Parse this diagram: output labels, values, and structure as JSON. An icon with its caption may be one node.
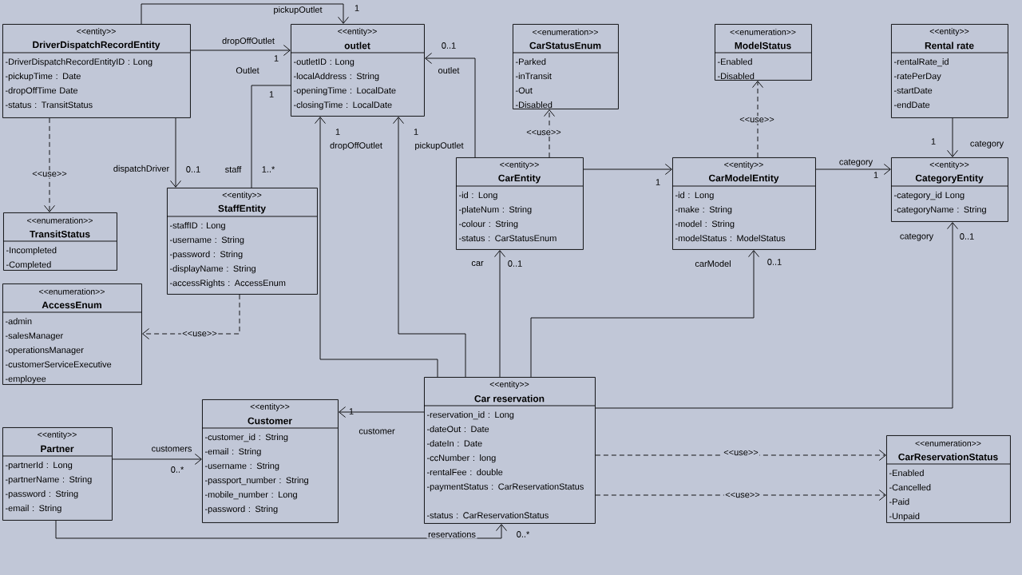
{
  "diagram": {
    "nodes": [
      {
        "text": [
          "<<entity>>",
          "DriverDispatchRecordEntity",
          "-DriverDispatchRecordEntityID : Long",
          "-pickupTime : Date",
          "-dropOffTime Date",
          "-status : TransitStatus"
        ]
      },
      {
        "text": [
          "<<entity>>",
          "outlet",
          "-outletID : Long",
          "-localAddress : String",
          "-openingTime : LocalDate",
          "-closingTime : LocalDate"
        ]
      },
      {
        "text": [
          "<<enumeration>>",
          "CarStatusEnum",
          "-Parked",
          "-inTransit",
          "-Out",
          "-Disabled"
        ]
      },
      {
        "text": [
          "<<enumeration>>",
          "ModelStatus",
          "-Enabled",
          "-Disabled"
        ]
      },
      {
        "text": [
          "<<entity>>",
          "Rental rate",
          "-rentalRate_id",
          "-ratePerDay",
          "-startDate",
          "-endDate"
        ]
      },
      {
        "text": [
          "<<enumeration>>",
          "TransitStatus",
          "-Incompleted",
          "-Completed"
        ]
      },
      {
        "text": [
          "<<entity>>",
          "StaffEntity",
          "-staffID : Long",
          "-username : String",
          "-password : String",
          "-displayName : String",
          "-accessRights : AccessEnum"
        ]
      },
      {
        "text": [
          "<<entity>>",
          "CarEntity",
          "-id : Long",
          "-plateNum : String",
          "-colour : String",
          "-status : CarStatusEnum"
        ]
      },
      {
        "text": [
          "<<entity>>",
          "CarModelEntity",
          "-id : Long",
          "-make : String",
          "-model : String",
          "-modelStatus : ModelStatus"
        ]
      },
      {
        "text": [
          "<<entity>>",
          "CategoryEntity",
          "-category_id Long",
          "-categoryName : String"
        ]
      },
      {
        "text": [
          "<<enumeration>>",
          "AccessEnum",
          "-admin",
          "-salesManager",
          "-operationsManager",
          "-customerServiceExecutive",
          "-employee"
        ]
      },
      {
        "text": [
          "<<entity>>",
          "Car reservation",
          "-reservation_id : Long",
          "-dateOut : Date",
          "-dateIn : Date",
          "-ccNumber : long",
          "-rentalFee : double",
          "-paymentStatus : CarReservationStatus",
          "-status : CarReservationStatus"
        ]
      },
      {
        "text": [
          "<<entity>>",
          "Customer",
          "-customer_id : String",
          "-email : String",
          "-username : String",
          "-passport_number : String",
          "-mobile_number : Long",
          "-password : String"
        ]
      },
      {
        "text": [
          "<<entity>>",
          "Partner",
          "-partnerId : Long",
          "-partnerName : String",
          "-password : String",
          "-email : String"
        ]
      },
      {
        "text": [
          "<<enumeration>>",
          "CarReservationStatus",
          "-Enabled",
          "-Cancelled",
          "-Paid",
          "-Unpaid"
        ]
      }
    ],
    "edges": [
      {
        "from": 0,
        "to": 1,
        "arrow": "to",
        "label": "pickupOutlet"
      },
      {
        "from": 0,
        "to": 1,
        "arrow": "to",
        "label": "dropOffOutlet"
      },
      {
        "from": 1,
        "to": 6,
        "arrow": "none",
        "label": "staff"
      },
      {
        "from": 0,
        "to": 6,
        "arrow": "to",
        "label": "dispatchDriver"
      },
      {
        "from": 0,
        "to": 5,
        "arrow": "to",
        "label": "<<use>>",
        "style": "dashed"
      },
      {
        "from": 6,
        "to": 10,
        "arrow": "to",
        "label": "<<use>>",
        "style": "dashed"
      },
      {
        "from": 7,
        "to": 1,
        "arrow": "to",
        "label": "outlet"
      },
      {
        "from": 7,
        "to": 2,
        "arrow": "to",
        "label": "<<use>>",
        "style": "dashed"
      },
      {
        "from": 7,
        "to": 8,
        "arrow": "to"
      },
      {
        "from": 8,
        "to": 3,
        "arrow": "to",
        "label": "<<use>>",
        "style": "dashed"
      },
      {
        "from": 8,
        "to": 9,
        "arrow": "to",
        "label": "category"
      },
      {
        "from": 4,
        "to": 9,
        "arrow": "to",
        "label": "category"
      },
      {
        "from": 11,
        "to": 1,
        "arrow": "to",
        "label": "dropOffOutlet"
      },
      {
        "from": 11,
        "to": 1,
        "arrow": "to",
        "label": "pickupOutlet"
      },
      {
        "from": 11,
        "to": 7,
        "arrow": "to",
        "label": "car"
      },
      {
        "from": 11,
        "to": 8,
        "arrow": "to",
        "label": "carModel"
      },
      {
        "from": 11,
        "to": 9,
        "arrow": "to",
        "label": "category"
      },
      {
        "from": 11,
        "to": 12,
        "arrow": "to",
        "label": "customer"
      },
      {
        "from": 13,
        "to": 12,
        "arrow": "to",
        "label": "customers"
      },
      {
        "from": 13,
        "to": 11,
        "arrow": "to",
        "label": "reservations"
      },
      {
        "from": 11,
        "to": 14,
        "arrow": "to",
        "label": "<<use>>",
        "style": "dashed"
      },
      {
        "from": 11,
        "to": 14,
        "arrow": "to",
        "label": "<<use>>",
        "style": "dashed"
      }
    ],
    "labels": [
      "1",
      "1",
      "Outlet",
      "1",
      "1..*",
      "0..1",
      "0..1",
      "1",
      "1",
      "1",
      "1",
      "1",
      "0..1",
      "0..1",
      "0..1",
      "1",
      "0..*",
      "0..*"
    ]
  }
}
